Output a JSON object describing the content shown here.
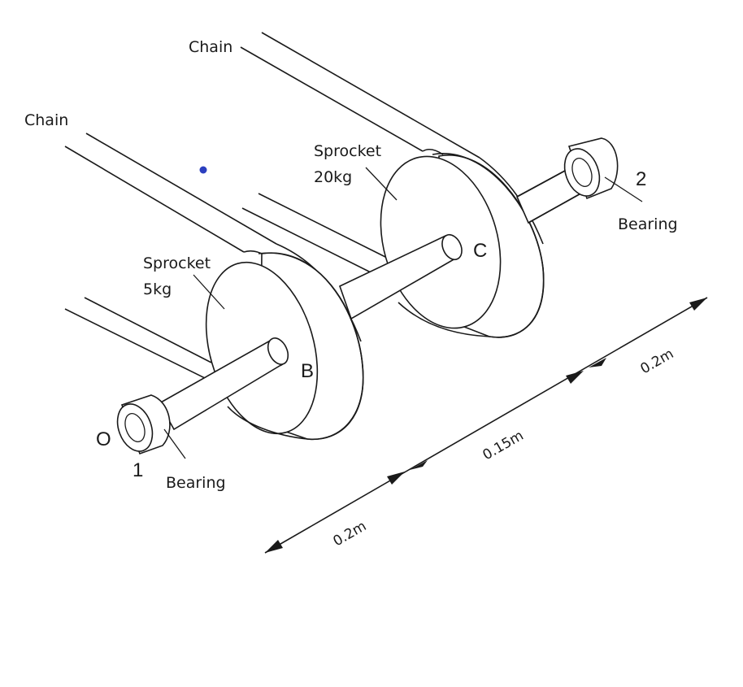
{
  "labels": {
    "chain_top": "Chain",
    "chain_left": "Chain",
    "sprocket_c_name": "Sprocket",
    "sprocket_c_mass": "20kg",
    "sprocket_b_name": "Sprocket",
    "sprocket_b_mass": "5kg",
    "point_c": "C",
    "point_b": "B",
    "point_o": "O",
    "bearing_1_number": "1",
    "bearing_1_label": "Bearing",
    "bearing_2_number": "2",
    "bearing_2_label": "Bearing"
  },
  "dimensions": {
    "segment_1": "0.2m",
    "segment_2": "0.15m",
    "segment_3": "0.2m"
  },
  "colors": {
    "line": "#1a1a1a",
    "marker_dot": "#2b3fbf"
  }
}
